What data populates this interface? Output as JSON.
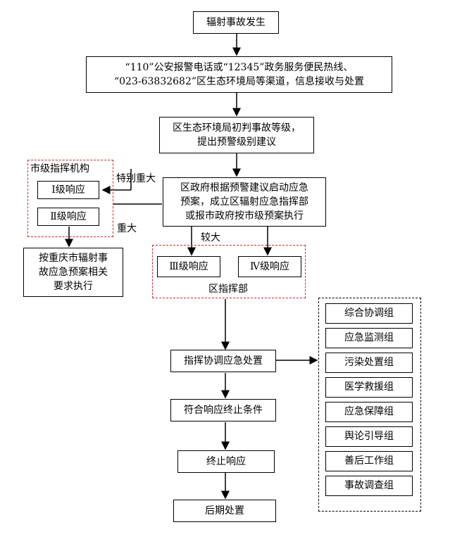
{
  "nodes": {
    "start": "辐射事故发生",
    "receive": "“110”公安报警电话或“12345”政务服务便民热线、\n“023-63832682”区生态环境局等渠道，信息接收与处置",
    "judge": "区生态环境局初判事故等级，\n提出预警级别建议",
    "gov": "区政府根据预警建议启动应急\n预案，成立区辐射应急指挥部\n或报市政府按市级预案执行",
    "level1": "Ⅰ级响应",
    "level2": "Ⅱ级响应",
    "level3": "Ⅲ级响应",
    "level4": "Ⅳ级响应",
    "city_exec": "按重庆市辐射事\n故应急预案相关\n要求执行",
    "command": "指挥协调应急处置",
    "condition": "符合响应终止条件",
    "terminate": "终止响应",
    "after": "后期处置"
  },
  "groups": {
    "city": "市级指挥机构",
    "district": "区指挥部"
  },
  "edge_labels": {
    "especially_major": "特别重大",
    "major": "重大",
    "larger": "较大"
  },
  "teams": [
    "综合协调组",
    "应急监测组",
    "污染处置组",
    "医学救援组",
    "应急保障组",
    "舆论引导组",
    "善后工作组",
    "事故调查组"
  ]
}
